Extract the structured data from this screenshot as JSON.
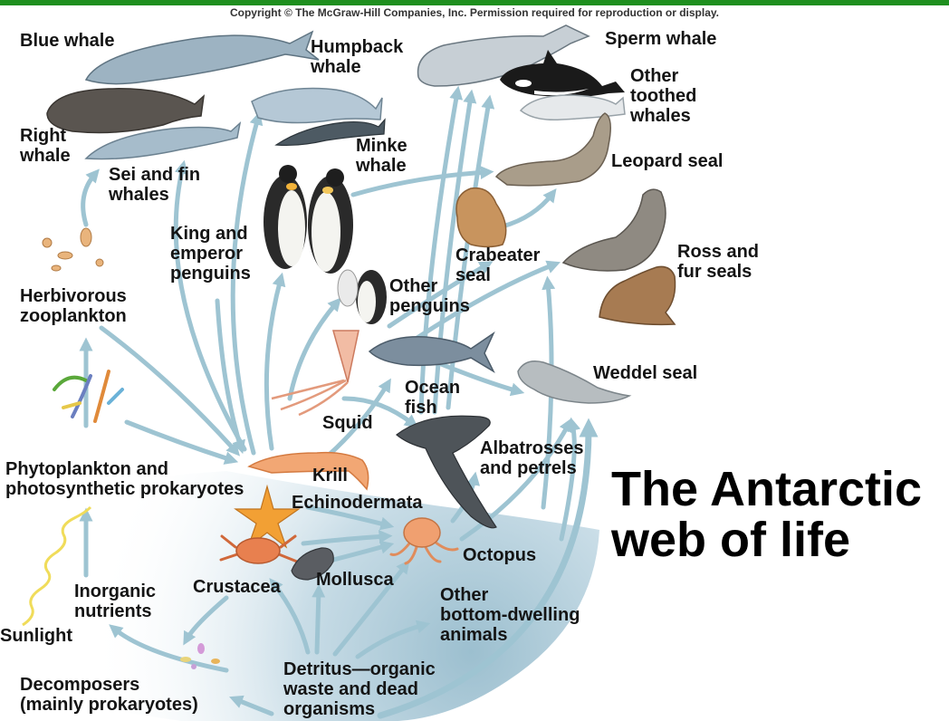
{
  "copyright": "Copyright © The McGraw-Hill Companies, Inc. Permission required for reproduction or display.",
  "title": [
    "The Antarctic",
    "web of life"
  ],
  "labels": {
    "blue_whale": [
      "Blue whale"
    ],
    "humpback_whale": [
      "Humpback",
      "whale"
    ],
    "sperm_whale": [
      "Sperm whale"
    ],
    "other_toothed_whales": [
      "Other",
      "toothed",
      "whales"
    ],
    "right_whale": [
      "Right",
      "whale"
    ],
    "sei_fin_whales": [
      "Sei and fin",
      "whales"
    ],
    "minke_whale": [
      "Minke",
      "whale"
    ],
    "leopard_seal": [
      "Leopard seal"
    ],
    "king_emperor_penguins": [
      "King and",
      "emperor",
      "penguins"
    ],
    "crabeater_seal": [
      "Crabeater",
      "seal"
    ],
    "ross_fur_seals": [
      "Ross and",
      "fur seals"
    ],
    "herbivorous_zooplankton": [
      "Herbivorous",
      "zooplankton"
    ],
    "other_penguins": [
      "Other",
      "penguins"
    ],
    "ocean_fish": [
      "Ocean",
      "fish"
    ],
    "weddel_seal": [
      "Weddel seal"
    ],
    "squid": [
      "Squid"
    ],
    "albatrosses_petrels": [
      "Albatrosses",
      "and petrels"
    ],
    "phytoplankton": [
      "Phytoplankton and",
      "photosynthetic prokaryotes"
    ],
    "krill": [
      "Krill"
    ],
    "echinodermata": [
      "Echinodermata"
    ],
    "octopus": [
      "Octopus"
    ],
    "crustacea": [
      "Crustacea"
    ],
    "mollusca": [
      "Mollusca"
    ],
    "inorganic_nutrients": [
      "Inorganic",
      "nutrients"
    ],
    "other_bottom_dwelling": [
      "Other",
      "bottom-dwelling",
      "animals"
    ],
    "sunlight": [
      "Sunlight"
    ],
    "decomposers": [
      "Decomposers",
      "(mainly prokaryotes)"
    ],
    "detritus": [
      "Detritus—organic",
      "waste and dead",
      "organisms"
    ]
  },
  "colors": {
    "frame": "#1f8f1f",
    "arrow": "#9ec4d2",
    "text": "#141414"
  }
}
